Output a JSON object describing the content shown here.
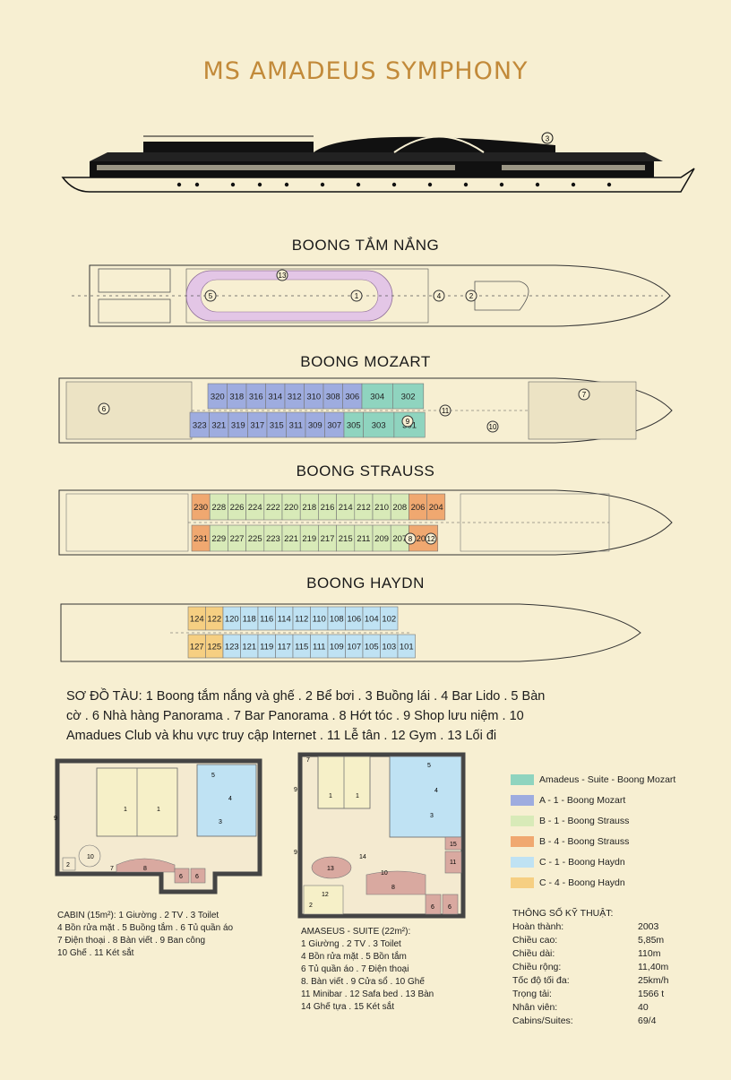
{
  "title": "MS AMADEUS SYMPHONY",
  "ship_marker": "3",
  "decks": [
    {
      "name": "BOONG TẮM NẮNG",
      "markers": [
        "13",
        "5",
        "1",
        "4",
        "2"
      ]
    },
    {
      "name": "BOONG MOZART",
      "top_rooms": [
        "320",
        "318",
        "316",
        "314",
        "312",
        "310",
        "308",
        "306",
        "304",
        "302"
      ],
      "bottom_rooms": [
        "323",
        "321",
        "319",
        "317",
        "315",
        "311",
        "309",
        "307",
        "305",
        "303",
        "301"
      ],
      "markers": [
        "6",
        "11",
        "9",
        "10",
        "7"
      ]
    },
    {
      "name": "BOONG STRAUSS",
      "top_rooms": [
        "230",
        "228",
        "226",
        "224",
        "222",
        "220",
        "218",
        "216",
        "214",
        "212",
        "210",
        "208",
        "206",
        "204"
      ],
      "bottom_rooms": [
        "231",
        "229",
        "227",
        "225",
        "223",
        "221",
        "219",
        "217",
        "215",
        "211",
        "209",
        "207",
        "203"
      ],
      "markers": [
        "8",
        "12"
      ]
    },
    {
      "name": "BOONG HAYDN",
      "top_rooms": [
        "124",
        "122",
        "120",
        "118",
        "116",
        "114",
        "112",
        "110",
        "108",
        "106",
        "104",
        "102"
      ],
      "bottom_rooms": [
        "127",
        "125",
        "123",
        "121",
        "119",
        "117",
        "115",
        "111",
        "109",
        "107",
        "105",
        "103",
        "101"
      ]
    }
  ],
  "key_lines": [
    "SƠ ĐỒ TÀU: 1 Boong tắm nắng và ghế . 2 Bể bơi . 3 Buồng lái . 4 Bar Lido . 5 Bàn",
    "cờ . 6 Nhà hàng Panorama . 7 Bar Panorama . 8 Hớt tóc . 9 Shop lưu niệm . 10",
    "Amadues Club và khu vực truy cập Internet . 11 Lễ tân . 12 Gym . 13 Lối đi"
  ],
  "legend": [
    {
      "label": "Amadeus - Suite - Boong Mozart",
      "color": "#8fd4bf"
    },
    {
      "label": "A - 1 - Boong Mozart",
      "color": "#9eacdf"
    },
    {
      "label": "B - 1 - Boong Strauss",
      "color": "#d8eab8"
    },
    {
      "label": "B - 4 - Boong Strauss",
      "color": "#f0a870"
    },
    {
      "label": "C - 1 - Boong Haydn",
      "color": "#bfe2f3"
    },
    {
      "label": "C - 4 - Boong Haydn",
      "color": "#f6cf82"
    }
  ],
  "cabin": {
    "lines": [
      "CABIN (15m²): 1 Giường . 2 TV . 3 Toilet",
      "4 Bồn rửa mặt . 5 Buồng tắm . 6 Tủ quần áo",
      "7 Điện thoại . 8 Bàn viết . 9 Ban công",
      "10 Ghế . 11 Két sắt"
    ],
    "numbers": [
      "1",
      "1",
      "5",
      "4",
      "3",
      "9",
      "2",
      "10",
      "7",
      "8",
      "6",
      "6"
    ]
  },
  "suite": {
    "lines": [
      "AMASEUS - SUITE (22m²):",
      "1 Giường . 2 TV . 3 Toilet",
      "4 Bồn rửa mặt . 5 Bồn tắm",
      "6 Tủ quần áo . 7 Điện thoại",
      "8. Bàn viết . 9 Cửa sổ . 10 Ghế",
      "11 Minibar . 12 Safa bed . 13 Bàn",
      "14 Ghế tựa . 15 Két sắt"
    ],
    "numbers": [
      "7",
      "9",
      "1",
      "1",
      "5",
      "4",
      "3",
      "15",
      "11",
      "14",
      "13",
      "10",
      "12",
      "2",
      "8",
      "6",
      "6",
      "9"
    ]
  },
  "specs": {
    "heading": "THÔNG SỐ KỸ THUẬT:",
    "rows": [
      {
        "label": "Hoàn thành:",
        "value": "2003"
      },
      {
        "label": "Chiều cao:",
        "value": "5,85m"
      },
      {
        "label": "Chiều dài:",
        "value": "110m"
      },
      {
        "label": "Chiều rộng:",
        "value": "11,40m"
      },
      {
        "label": "Tốc độ tối đa:",
        "value": "25km/h"
      },
      {
        "label": "Trọng tải:",
        "value": "1566 t"
      },
      {
        "label": "Nhân viên:",
        "value": "40"
      },
      {
        "label": "Cabins/Suites:",
        "value": "69/4"
      }
    ]
  }
}
